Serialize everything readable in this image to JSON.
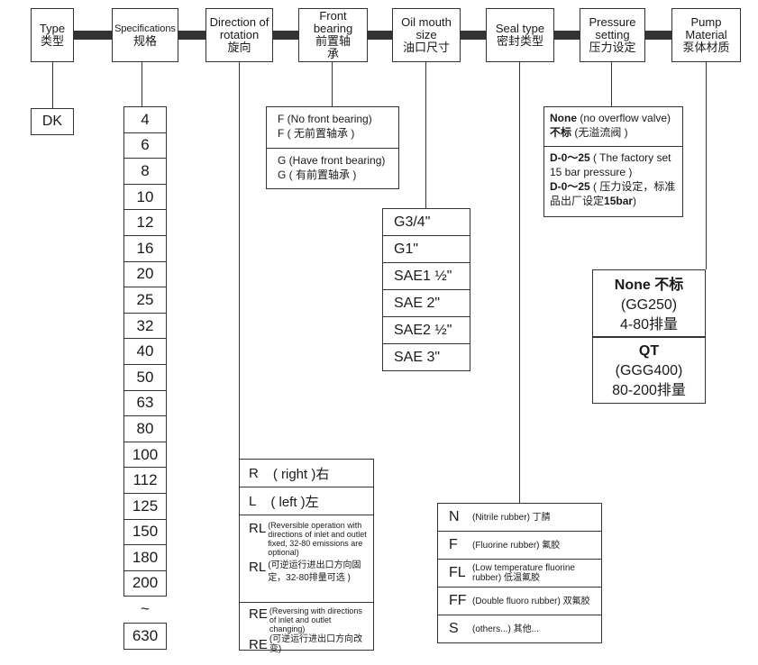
{
  "headers": [
    {
      "en": "Type",
      "zh": "类型"
    },
    {
      "en": "Specifications",
      "zh": "规格"
    },
    {
      "en": "Direction of rotation",
      "zh": "旋向"
    },
    {
      "en": "Front bearing",
      "zh": "前置轴承"
    },
    {
      "en": "Oil mouth size",
      "zh": "油口尺寸"
    },
    {
      "en": "Seal type",
      "zh": "密封类型"
    },
    {
      "en": "Pressure setting",
      "zh": "压力设定"
    },
    {
      "en": "Pump Material",
      "zh": "泵体材质"
    }
  ],
  "type_value": "DK",
  "specifications": [
    "4",
    "6",
    "8",
    "10",
    "12",
    "16",
    "20",
    "25",
    "32",
    "40",
    "50",
    "63",
    "80",
    "100",
    "112",
    "125",
    "150",
    "180",
    "200"
  ],
  "spec_range_symbol": "~",
  "spec_last": "630",
  "rotation": {
    "r": {
      "code": "R",
      "label": "( right )右"
    },
    "l": {
      "code": "L",
      "label": "( left )左"
    },
    "rl": {
      "code": "RL",
      "en": "(Reversible operation with directions of inlet and outlet fixed, 32-80 emissions are optional)",
      "zh": "(可逆运行进出口方向固定，32-80排量可选 )"
    },
    "re": {
      "code": "RE",
      "en": "(Reversing with directions of inlet and outlet changing)",
      "zh": "(可逆运行进出口方向改变)"
    }
  },
  "front_bearing": {
    "f_none_en": "F (No front bearing)",
    "f_none_zh": "F ( 无前置轴承 )",
    "g_have_en": "G (Have front bearing)",
    "g_have_zh": "G ( 有前置轴承 )"
  },
  "oil_sizes": [
    "G3/4\"",
    "G1\"",
    "SAE1 ½\"",
    "SAE 2\"",
    "SAE2 ½\"",
    "SAE 3\""
  ],
  "seal_types": [
    {
      "code": "N",
      "desc": "(Nitrile rubber) 丁腈"
    },
    {
      "code": "F",
      "desc": "(Fluorine rubber) 氟胶"
    },
    {
      "code": "FL",
      "desc": "(Low temperature fluorine rubber) 低温氟胶"
    },
    {
      "code": "FF",
      "desc": "(Double fluoro rubber) 双氟胶"
    },
    {
      "code": "S",
      "desc": "(others...) 其他..."
    }
  ],
  "pressure": {
    "none_bold": "None",
    "none_text": " (no overflow valve)",
    "none_zh_bold": "不标",
    "none_zh_text": " (无溢流阀 )",
    "d_bold": "D-0～25",
    "d_text": " ( The factory set 15 bar pressure )",
    "d_zh_bold": "D-0～25",
    "d_zh_text": " ( 压力设定，标准品出厂设定",
    "d_zh_end": "15bar",
    "d_zh_close": ")"
  },
  "material": {
    "none_title": "None 不标",
    "none_grade": "(GG250)",
    "none_range": "4-80排量",
    "qt_title": "QT",
    "qt_grade": "(GGG400)",
    "qt_range": "80-200排量"
  }
}
